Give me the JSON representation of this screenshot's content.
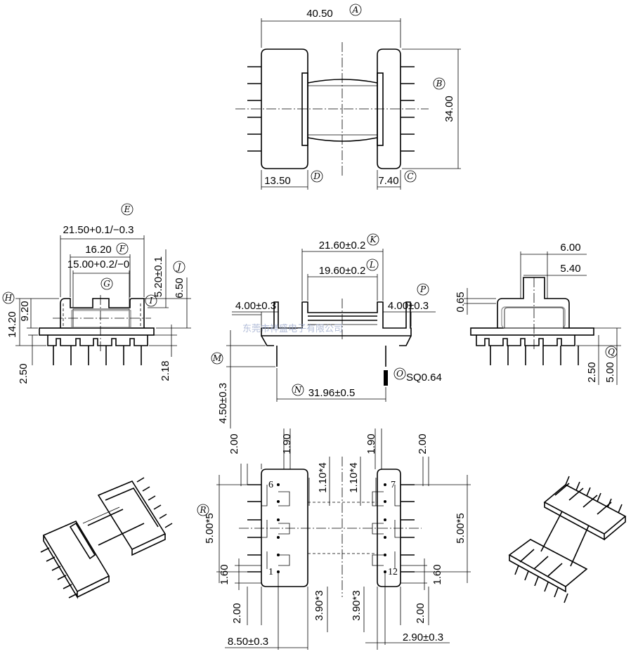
{
  "top_view": {
    "width_dim": "40.50",
    "width_tag": "A",
    "height_dim": "34.00",
    "height_tag": "B",
    "flange_dim": "7.40",
    "flange_tag": "C",
    "left_dim": "13.50",
    "left_tag": "D"
  },
  "side_view": {
    "e_dim": "21.50+0.1/−0.3",
    "e_tag": "E",
    "f_dim": "16.20",
    "f_tag": "F",
    "g_dim": "15.00+0.2/−0",
    "g_tag": "G",
    "h_tag": "H",
    "i_tag": "I",
    "j_tag": "J",
    "dim_520": "5.20±0.1",
    "dim_650": "6.50",
    "dim_1420": "14.20",
    "dim_920": "9.20",
    "dim_250": "2.50",
    "dim_218": "2.18"
  },
  "front_view": {
    "k_dim": "21.60±0.2",
    "k_tag": "K",
    "l_dim": "19.60±0.2",
    "l_tag": "L",
    "left_dim": "4.00±0.3",
    "right_dim": "4.00±0.3",
    "p_tag": "P",
    "m_tag": "M",
    "n_dim": "31.96±0.5",
    "n_tag": "N",
    "o_dim": "SQ0.64",
    "o_tag": "O",
    "dim_450": "4.50±0.3",
    "watermark": "东莞市祥盛电子有限公司"
  },
  "end_view": {
    "dim_600": "6.00",
    "dim_540": "5.40",
    "dim_065": "0.65",
    "dim_250": "2.50",
    "dim_500": "5.00",
    "q_tag": "Q"
  },
  "bottom_view": {
    "dim_200_tl": "2.00",
    "dim_190_l": "1.90",
    "dim_110_l": "1.10*4",
    "dim_110_r": "1.10*4",
    "dim_190_r": "1.90",
    "dim_200_tr": "2.00",
    "dim_500_l": "5.00*5",
    "r_tag": "R",
    "dim_500_r": "5.00*5",
    "dim_160_l": "1.60",
    "dim_160_r": "1.60",
    "dim_200_bl": "2.00",
    "dim_390_l": "3.90*3",
    "dim_390_r": "3.90*3",
    "dim_200_br": "2.00",
    "dim_850": "8.50±0.3",
    "dim_290": "2.90±0.3",
    "pin_6": "6",
    "pin_7": "7",
    "pin_1": "1",
    "pin_12": "12"
  }
}
